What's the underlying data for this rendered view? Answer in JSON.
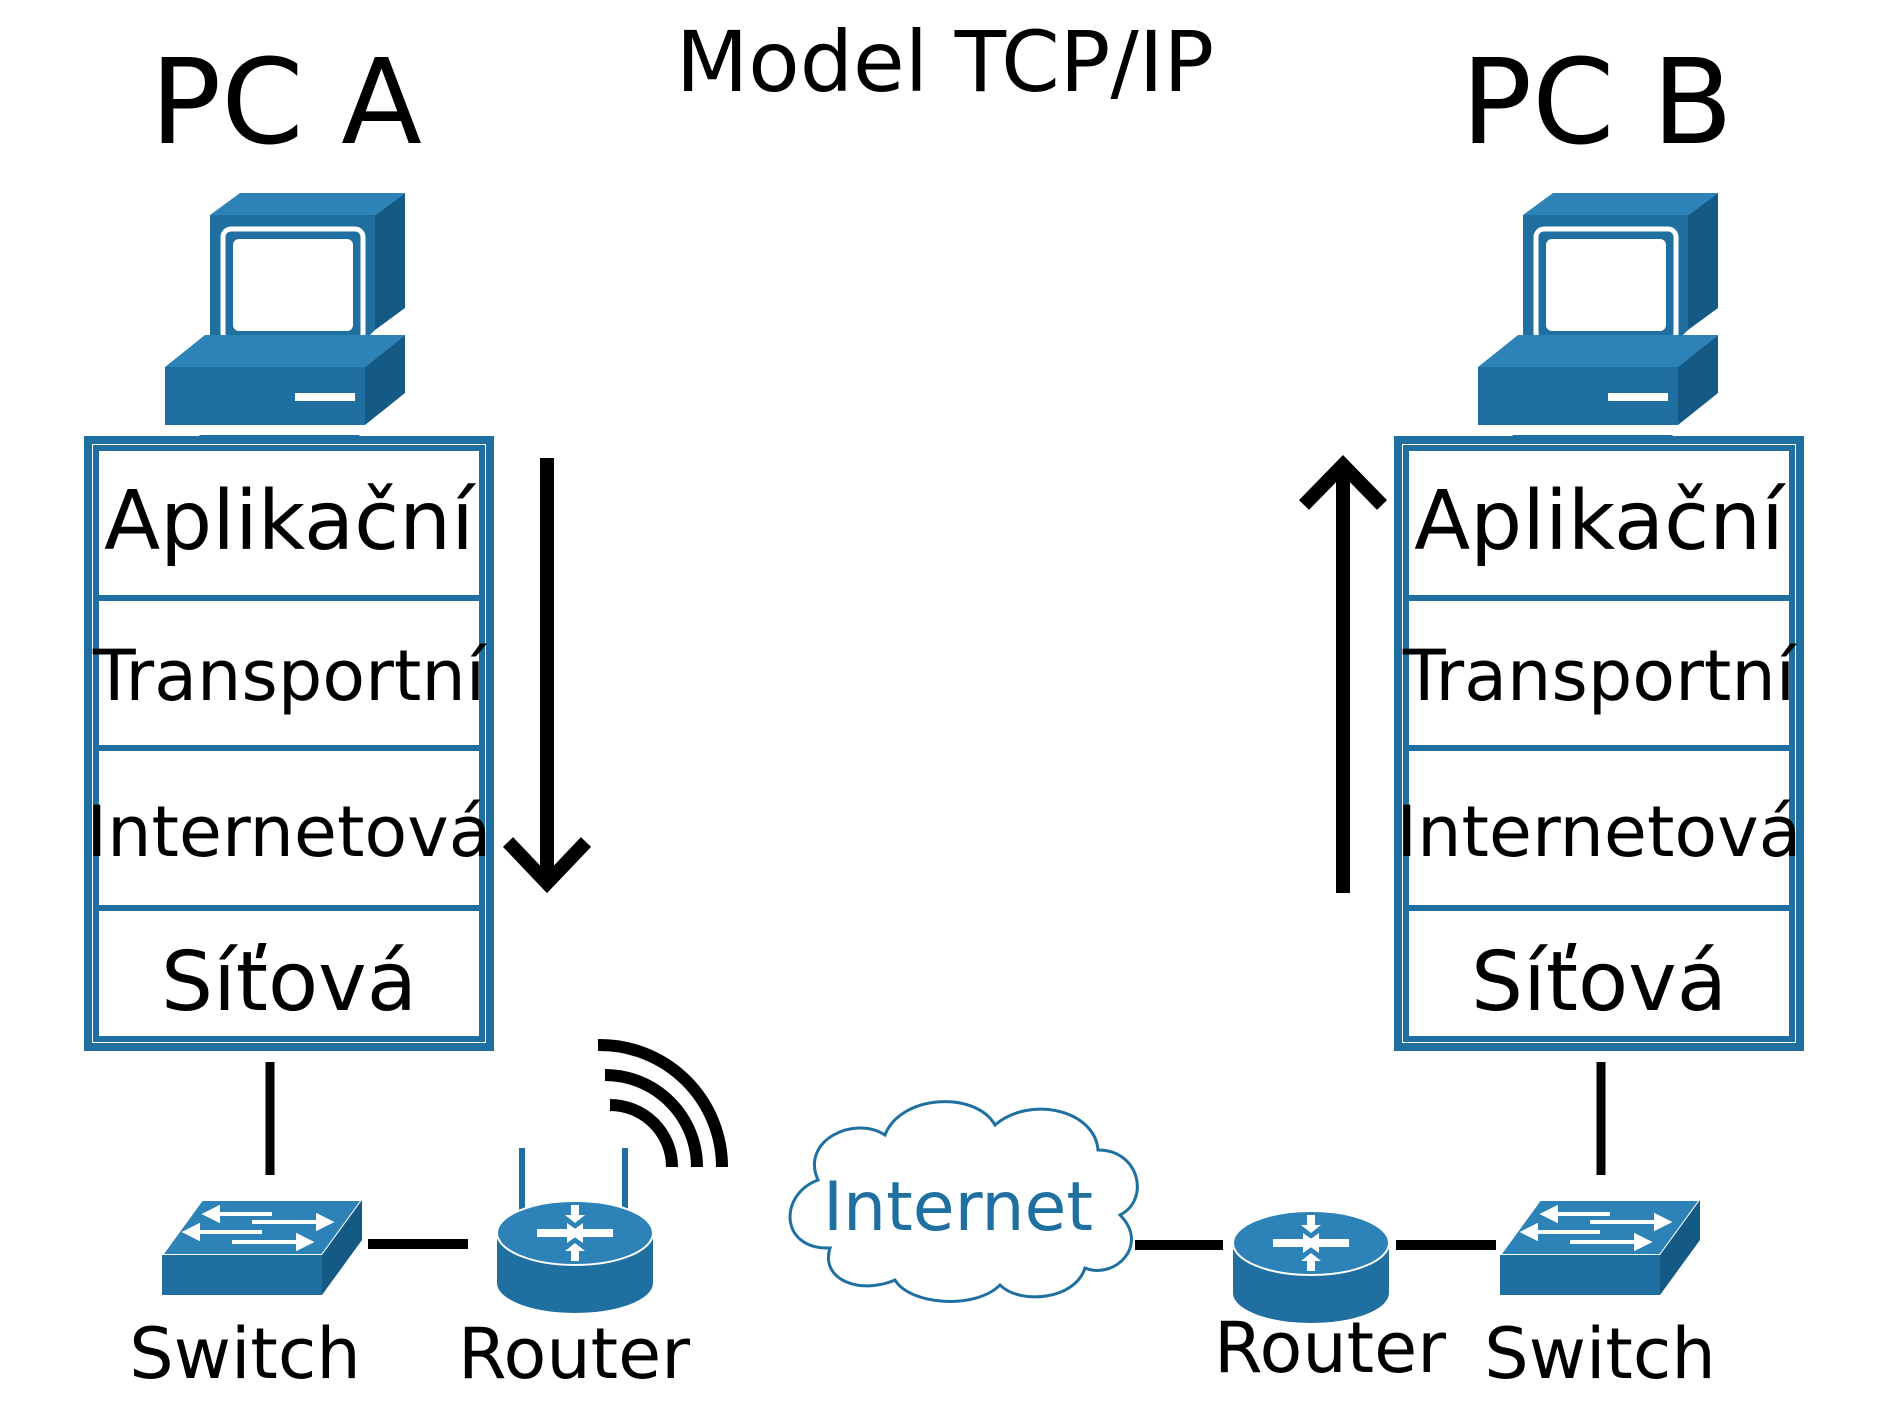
{
  "title": "Model TCP/IP",
  "colors": {
    "accent": "#1f6fa0",
    "text": "#000000",
    "background": "#ffffff"
  },
  "pc_a": {
    "label": "PC A",
    "icon": "desktop-computer-icon",
    "layers": [
      "Aplikační",
      "Transportní",
      "Internetová",
      "Síťová"
    ],
    "arrow": "down-arrow-icon"
  },
  "pc_b": {
    "label": "PC B",
    "icon": "desktop-computer-icon",
    "layers": [
      "Aplikační",
      "Transportní",
      "Internetová",
      "Síťová"
    ],
    "arrow": "up-arrow-icon"
  },
  "network": {
    "left_switch": "Switch",
    "left_router": "Router",
    "cloud": "Internet",
    "right_router": "Router",
    "right_switch": "Switch",
    "wifi_icon": "wifi-signal-icon"
  }
}
